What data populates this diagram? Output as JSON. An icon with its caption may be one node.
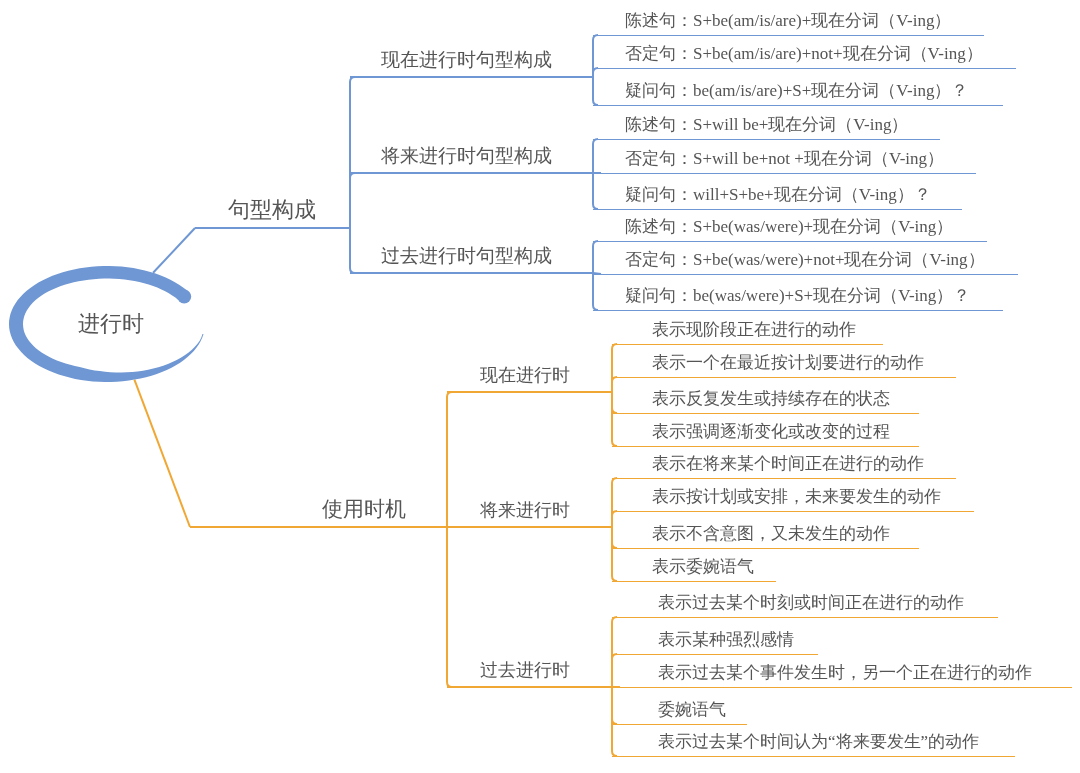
{
  "diagram": {
    "nodes": [
      {
        "text": [
          "进行时"
        ]
      },
      {
        "text": [
          "句型构成"
        ]
      },
      {
        "text": [
          "现在进行时句型构成"
        ]
      },
      {
        "text": [
          "陈述句：S+be(am/is/are)+现在分词（V-ing）"
        ]
      },
      {
        "text": [
          "否定句：S+be(am/is/are)+not+现在分词（V-ing）"
        ]
      },
      {
        "text": [
          "疑问句：be(am/is/are)+S+现在分词（V-ing）？"
        ]
      },
      {
        "text": [
          "将来进行时句型构成"
        ]
      },
      {
        "text": [
          "陈述句：S+will be+现在分词（V-ing）"
        ]
      },
      {
        "text": [
          "否定句：S+will be+not +现在分词（V-ing）"
        ]
      },
      {
        "text": [
          "疑问句：will+S+be+现在分词（V-ing）？"
        ]
      },
      {
        "text": [
          "过去进行时句型构成"
        ]
      },
      {
        "text": [
          "陈述句：S+be(was/were)+现在分词（V-ing）"
        ]
      },
      {
        "text": [
          "否定句：S+be(was/were)+not+现在分词（V-ing）"
        ]
      },
      {
        "text": [
          "疑问句：be(was/were)+S+现在分词（V-ing）？"
        ]
      },
      {
        "text": [
          "使用时机"
        ]
      },
      {
        "text": [
          "现在进行时"
        ]
      },
      {
        "text": [
          "表示现阶段正在进行的动作"
        ]
      },
      {
        "text": [
          "表示一个在最近按计划要进行的动作"
        ]
      },
      {
        "text": [
          "表示反复发生或持续存在的状态"
        ]
      },
      {
        "text": [
          "表示强调逐渐变化或改变的过程"
        ]
      },
      {
        "text": [
          "将来进行时"
        ]
      },
      {
        "text": [
          "表示在将来某个时间正在进行的动作"
        ]
      },
      {
        "text": [
          "表示按计划或安排，未来要发生的动作"
        ]
      },
      {
        "text": [
          "表示不含意图，又未发生的动作"
        ]
      },
      {
        "text": [
          "表示委婉语气"
        ]
      },
      {
        "text": [
          "过去进行时"
        ]
      },
      {
        "text": [
          "表示过去某个时刻或时间正在进行的动作"
        ]
      },
      {
        "text": [
          "表示某种强烈感情"
        ]
      },
      {
        "text": [
          "表示过去某个事件发生时，另一个正在进行的动作"
        ]
      },
      {
        "text": [
          "委婉语气"
        ]
      },
      {
        "text": [
          "表示过去某个时间认为“将来要发生”的动作"
        ]
      }
    ],
    "edges": [
      {
        "from": 0,
        "to": 1,
        "arrow": "none",
        "color": "#6f97d3"
      },
      {
        "from": 1,
        "to": 2,
        "arrow": "none",
        "color": "#6f97d3"
      },
      {
        "from": 2,
        "to": 3,
        "arrow": "none",
        "color": "#6f97d3"
      },
      {
        "from": 2,
        "to": 4,
        "arrow": "none",
        "color": "#6f97d3"
      },
      {
        "from": 2,
        "to": 5,
        "arrow": "none",
        "color": "#6f97d3"
      },
      {
        "from": 1,
        "to": 6,
        "arrow": "none",
        "color": "#6f97d3"
      },
      {
        "from": 6,
        "to": 7,
        "arrow": "none",
        "color": "#6f97d3"
      },
      {
        "from": 6,
        "to": 8,
        "arrow": "none",
        "color": "#6f97d3"
      },
      {
        "from": 6,
        "to": 9,
        "arrow": "none",
        "color": "#6f97d3"
      },
      {
        "from": 1,
        "to": 10,
        "arrow": "none",
        "color": "#6f97d3"
      },
      {
        "from": 10,
        "to": 11,
        "arrow": "none",
        "color": "#6f97d3"
      },
      {
        "from": 10,
        "to": 12,
        "arrow": "none",
        "color": "#6f97d3"
      },
      {
        "from": 10,
        "to": 13,
        "arrow": "none",
        "color": "#6f97d3"
      },
      {
        "from": 0,
        "to": 14,
        "arrow": "none"
      },
      {
        "from": 14,
        "to": 15,
        "arrow": "none"
      },
      {
        "from": 15,
        "to": 16,
        "arrow": "none"
      },
      {
        "from": 15,
        "to": 17,
        "arrow": "none"
      },
      {
        "from": 15,
        "to": 18,
        "arrow": "none"
      },
      {
        "from": 15,
        "to": 19,
        "arrow": "none"
      },
      {
        "from": 14,
        "to": 20,
        "arrow": "none"
      },
      {
        "from": 20,
        "to": 21,
        "arrow": "none"
      },
      {
        "from": 20,
        "to": 22,
        "arrow": "none"
      },
      {
        "from": 20,
        "to": 23,
        "arrow": "none"
      },
      {
        "from": 20,
        "to": 24,
        "arrow": "none"
      },
      {
        "from": 14,
        "to": 25,
        "arrow": "none"
      },
      {
        "from": 25,
        "to": 26,
        "arrow": "none"
      },
      {
        "from": 25,
        "to": 27,
        "arrow": "none"
      },
      {
        "from": 25,
        "to": 28,
        "arrow": "none"
      },
      {
        "from": 25,
        "to": 29,
        "arrow": "none"
      },
      {
        "from": 25,
        "to": 30,
        "arrow": "none"
      }
    ]
  }
}
